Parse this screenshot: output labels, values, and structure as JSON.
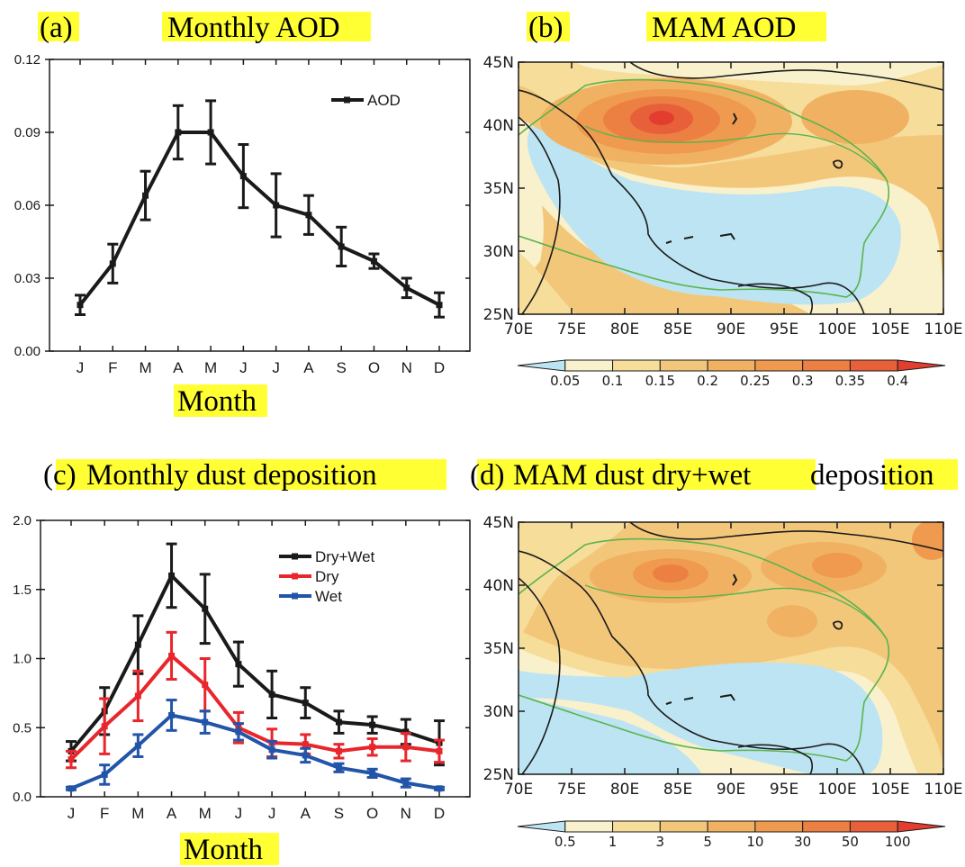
{
  "panel_a": {
    "title_label": "(a)",
    "title": "Monthly AOD",
    "xlabel": "Month",
    "chart_data": {
      "type": "line",
      "categories": [
        "J",
        "F",
        "M",
        "A",
        "M",
        "J",
        "J",
        "A",
        "S",
        "O",
        "N",
        "D"
      ],
      "ylim": [
        0,
        0.12
      ],
      "yticks": [
        "0.00",
        "0.03",
        "0.06",
        "0.09",
        "0.12"
      ],
      "ytick_values": [
        0,
        0.03,
        0.06,
        0.09,
        0.12
      ],
      "series": [
        {
          "name": "AOD",
          "color": "#1a1a1a",
          "values": [
            0.019,
            0.036,
            0.064,
            0.09,
            0.09,
            0.072,
            0.06,
            0.056,
            0.043,
            0.037,
            0.026,
            0.019
          ],
          "errors": [
            0.004,
            0.008,
            0.01,
            0.011,
            0.013,
            0.013,
            0.013,
            0.008,
            0.008,
            0.003,
            0.004,
            0.005
          ]
        }
      ],
      "legend_position": "top-right"
    }
  },
  "panel_c": {
    "title_label": "(c)",
    "title": "Monthly dust deposition",
    "xlabel": "Month",
    "chart_data": {
      "type": "line",
      "categories": [
        "J",
        "F",
        "M",
        "A",
        "M",
        "J",
        "J",
        "A",
        "S",
        "O",
        "N",
        "D"
      ],
      "ylim": [
        0,
        2.0
      ],
      "yticks": [
        "0.0",
        "0.5",
        "1.0",
        "1.5",
        "2.0"
      ],
      "ytick_values": [
        0,
        0.5,
        1.0,
        1.5,
        2.0
      ],
      "series": [
        {
          "name": "Dry+Wet",
          "color": "#1a1a1a",
          "values": [
            0.33,
            0.62,
            1.1,
            1.6,
            1.36,
            0.96,
            0.74,
            0.68,
            0.54,
            0.52,
            0.47,
            0.39
          ],
          "errors": [
            0.07,
            0.17,
            0.21,
            0.23,
            0.25,
            0.16,
            0.17,
            0.11,
            0.08,
            0.06,
            0.09,
            0.16
          ]
        },
        {
          "name": "Dry",
          "color": "#e8262b",
          "values": [
            0.27,
            0.51,
            0.73,
            1.02,
            0.81,
            0.5,
            0.39,
            0.38,
            0.33,
            0.36,
            0.36,
            0.33
          ],
          "errors": [
            0.06,
            0.2,
            0.18,
            0.17,
            0.19,
            0.11,
            0.1,
            0.07,
            0.05,
            0.06,
            0.1,
            0.08
          ]
        },
        {
          "name": "Wet",
          "color": "#2255a8",
          "values": [
            0.06,
            0.16,
            0.37,
            0.59,
            0.54,
            0.47,
            0.34,
            0.3,
            0.21,
            0.17,
            0.1,
            0.06
          ],
          "errors": [
            0.01,
            0.07,
            0.08,
            0.11,
            0.08,
            0.06,
            0.06,
            0.05,
            0.03,
            0.03,
            0.03,
            0.01
          ]
        }
      ],
      "legend_position": "top-right"
    }
  },
  "panel_b": {
    "title_label": "(b)",
    "title": "MAM AOD",
    "chart_data": {
      "type": "heatmap",
      "xticks": [
        "70E",
        "75E",
        "80E",
        "85E",
        "90E",
        "95E",
        "100E",
        "105E",
        "110E"
      ],
      "yticks": [
        "25N",
        "30N",
        "35N",
        "40N",
        "45N"
      ],
      "xlim": [
        70,
        110
      ],
      "ylim": [
        25,
        45
      ],
      "colorbar_labels": [
        "0.05",
        "0.1",
        "0.15",
        "0.2",
        "0.25",
        "0.3",
        "0.35",
        "0.4"
      ],
      "colorbar_colors": [
        "#bde4f2",
        "#f9f1cc",
        "#f6dd9a",
        "#f3c77a",
        "#f0b262",
        "#ef9a4e",
        "#ec8042",
        "#e8603a",
        "#e23d2e"
      ],
      "max_center": [
        84,
        40.5
      ]
    }
  },
  "panel_d": {
    "title_label": "(d)",
    "title": "MAM dust dry+wet",
    "title_tail": "deposition",
    "chart_data": {
      "type": "heatmap",
      "xticks": [
        "70E",
        "75E",
        "80E",
        "85E",
        "90E",
        "95E",
        "100E",
        "105E",
        "110E"
      ],
      "yticks": [
        "25N",
        "30N",
        "35N",
        "40N",
        "45N"
      ],
      "xlim": [
        70,
        110
      ],
      "ylim": [
        25,
        45
      ],
      "colorbar_labels": [
        "0.5",
        "1",
        "3",
        "5",
        "10",
        "30",
        "50",
        "100"
      ],
      "colorbar_colors": [
        "#bde4f2",
        "#f9f1cc",
        "#f6dd9a",
        "#f3c77a",
        "#f0b262",
        "#ef9a4e",
        "#ec8042",
        "#e8603a",
        "#e23d2e"
      ],
      "max_center": [
        84.5,
        41
      ]
    }
  },
  "colors": {
    "highlight": "#ffff33",
    "ocean_blue": "#bde4f2",
    "contour_green": "#5ab44c"
  }
}
